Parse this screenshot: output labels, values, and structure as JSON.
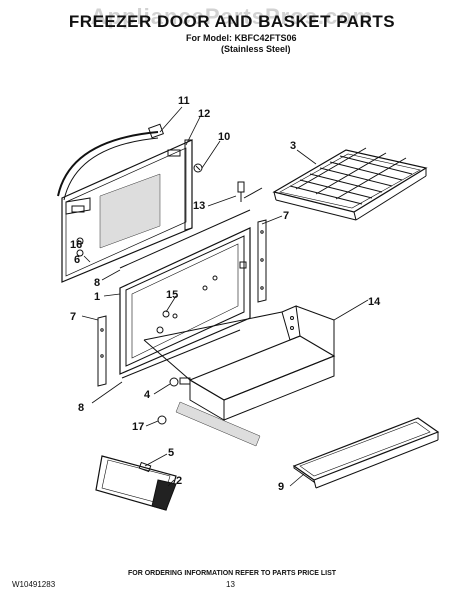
{
  "watermark": "AppliancePartsPros.com",
  "title": "FREEZER DOOR AND BASKET PARTS",
  "model_line": "For Model: KBFC42FTS06",
  "finish_line": "(Stainless Steel)",
  "footer_text": "FOR ORDERING INFORMATION REFER TO PARTS PRICE LIST",
  "document_number": "W10491283",
  "page_number": "13",
  "callouts": [
    {
      "id": "11",
      "label": "11"
    },
    {
      "id": "12",
      "label": "12"
    },
    {
      "id": "10",
      "label": "10"
    },
    {
      "id": "3",
      "label": "3"
    },
    {
      "id": "13",
      "label": "13"
    },
    {
      "id": "7a",
      "label": "7"
    },
    {
      "id": "16",
      "label": "16"
    },
    {
      "id": "6",
      "label": "6"
    },
    {
      "id": "8a",
      "label": "8"
    },
    {
      "id": "1",
      "label": "1"
    },
    {
      "id": "15",
      "label": "15"
    },
    {
      "id": "14",
      "label": "14"
    },
    {
      "id": "7b",
      "label": "7"
    },
    {
      "id": "4",
      "label": "4"
    },
    {
      "id": "8b",
      "label": "8"
    },
    {
      "id": "17",
      "label": "17"
    },
    {
      "id": "5",
      "label": "5"
    },
    {
      "id": "2",
      "label": "2"
    },
    {
      "id": "9",
      "label": "9"
    }
  ]
}
